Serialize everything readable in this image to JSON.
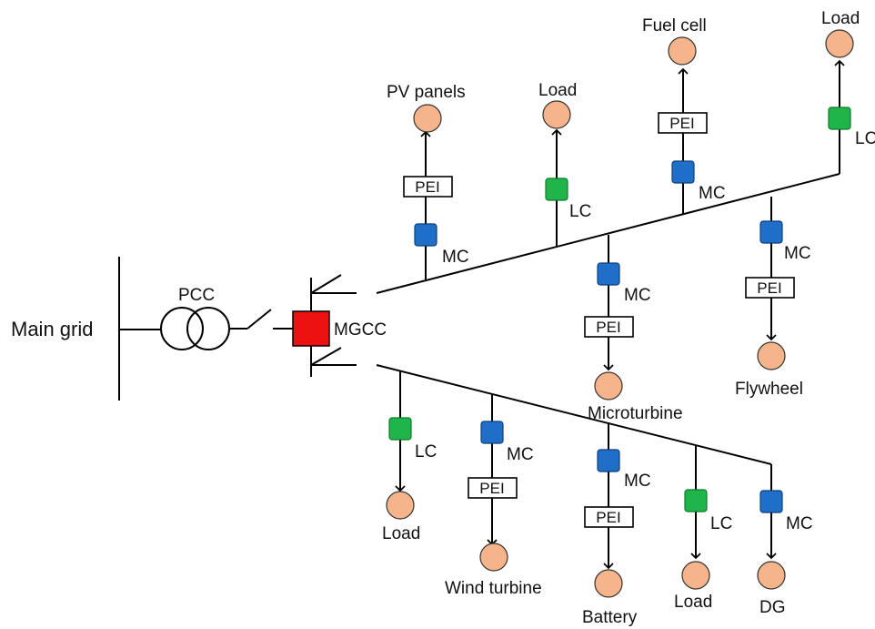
{
  "labels": {
    "main_grid": "Main grid",
    "pcc": "PCC",
    "mgcc": "MGCC",
    "pv_panels": "PV panels",
    "load": "Load",
    "fuel_cell": "Fuel cell",
    "microturbine": "Microturbine",
    "flywheel": "Flywheel",
    "wind_turbine": "Wind turbine",
    "battery": "Battery",
    "dg": "DG",
    "mc": "MC",
    "lc": "LC",
    "pei": "PEI"
  },
  "colors": {
    "node_fill": "#f5b48a",
    "mc_fill": "#1f6fc9",
    "lc_fill": "#1fb54a",
    "mgcc_fill": "#ee1111"
  }
}
